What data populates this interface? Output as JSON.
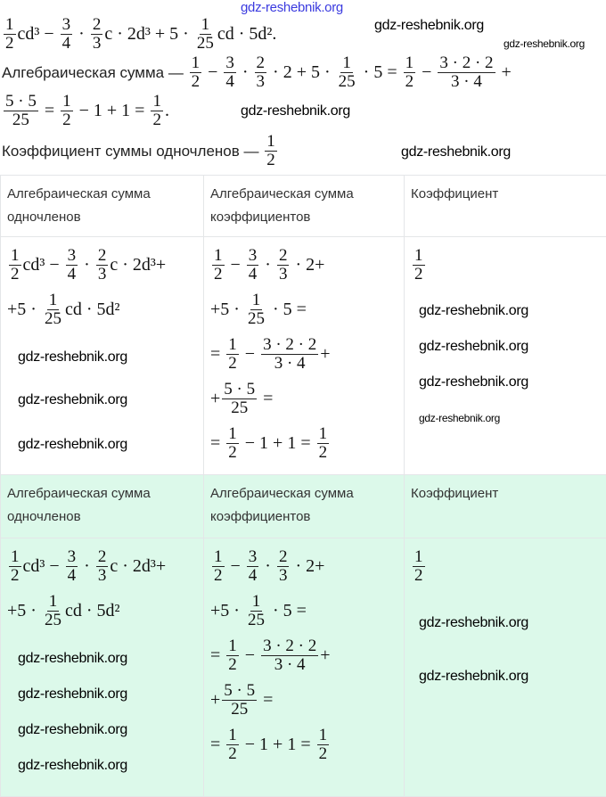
{
  "top": {
    "line1": [
      [
        "1",
        "2"
      ],
      "cd³ − ",
      [
        "3",
        "4"
      ],
      " · ",
      [
        "2",
        "3"
      ],
      "c · 2d³ + 5 · ",
      [
        "1",
        "25"
      ],
      "cd · 5d²."
    ],
    "line2_label": "Алгебраическая сумма — ",
    "line2": [
      [
        "1",
        "2"
      ],
      " − ",
      [
        "3",
        "4"
      ],
      " · ",
      [
        "2",
        "3"
      ],
      " · 2 + 5 · ",
      [
        "1",
        "25"
      ],
      " · 5 = ",
      [
        "1",
        "2"
      ],
      " − ",
      [
        "3 · 2 · 2",
        "3 · 4"
      ],
      " +"
    ],
    "line3": [
      [
        "5 · 5",
        "25"
      ],
      " = ",
      [
        "1",
        "2"
      ],
      " − 1 + 1 = ",
      [
        "1",
        "2"
      ],
      "."
    ],
    "line4_label": "Коэффициент суммы одночленов — ",
    "line4": [
      [
        "1",
        "2"
      ]
    ]
  },
  "table": {
    "headers": [
      "Алгебраическая сумма одночленов",
      "Алгебраическая сумма коэффициентов",
      "Коэффициент"
    ],
    "col1": [
      [
        [
          "1",
          "2"
        ],
        "cd³ − ",
        [
          "3",
          "4"
        ],
        " · ",
        [
          "2",
          "3"
        ],
        "c · 2d³+"
      ],
      [
        "+5 · ",
        [
          "1",
          "25"
        ],
        "cd · 5d²"
      ]
    ],
    "col2": [
      [
        [
          "1",
          "2"
        ],
        " − ",
        [
          "3",
          "4"
        ],
        " · ",
        [
          "2",
          "3"
        ],
        " · 2+"
      ],
      [
        "+5 · ",
        [
          "1",
          "25"
        ],
        " · 5 ="
      ],
      [
        "= ",
        [
          "1",
          "2"
        ],
        " − ",
        [
          "3 · 2 · 2",
          "3 · 4"
        ],
        "+"
      ],
      [
        "+",
        [
          "5 · 5",
          "25"
        ],
        " ="
      ],
      [
        "= ",
        [
          "1",
          "2"
        ],
        " − 1 + 1 = ",
        [
          "1",
          "2"
        ]
      ]
    ],
    "col3": [
      [
        [
          "1",
          "2"
        ]
      ]
    ]
  },
  "watermarks": [
    "gdz-reshebnik.org",
    "gdz-reshebnik.org",
    "gdz-reshebnik.org",
    "gdz-reshebnik.org",
    "gdz-reshebnik.org",
    "gdz-reshebnik.org",
    "gdz-reshebnik.org",
    "gdz-reshebnik.org",
    "gdz-reshebnik.org",
    "gdz-reshebnik.org",
    "gdz-reshebnik.org",
    "gdz-reshebnik.org",
    "gdz-reshebnik.org",
    "gdz-reshebnik.org",
    "gdz-reshebnik.org",
    "gdz-reshebnik.org",
    "gdz-reshebnik.org",
    "gdz-reshebnik.org"
  ]
}
